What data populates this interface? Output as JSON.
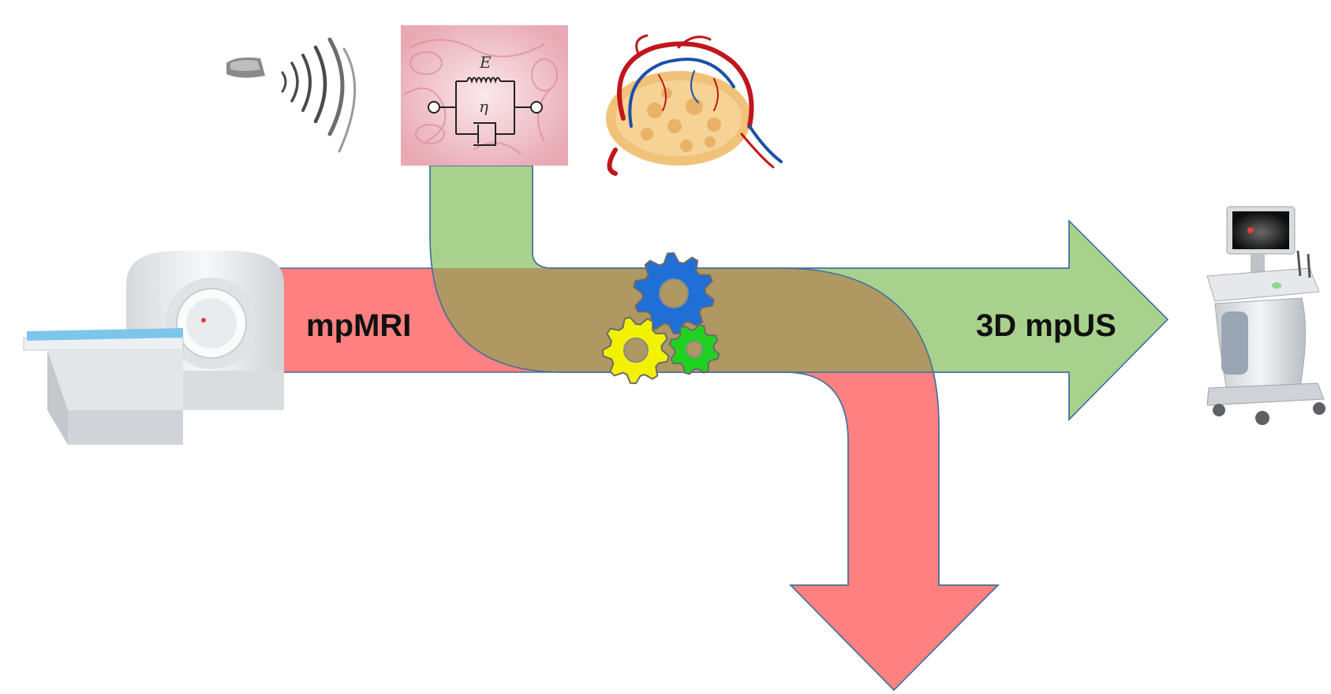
{
  "labels": {
    "mri_flow": "mpMRI",
    "us_flow": "3D mpUS"
  },
  "circuit": {
    "spring_symbol": "E",
    "dashpot_symbol": "η"
  },
  "icons": {
    "mri_scanner": "mri-scanner-icon",
    "ultrasound_machine": "ultrasound-machine-icon",
    "ultrasound_waves": "ultrasound-probe-waves-icon",
    "viscoelastic_model": "kelvin-voigt-model-icon",
    "tissue_vasculature": "prostate-vasculature-icon",
    "gears": "gears-icon"
  },
  "colors": {
    "mri_arrow": "#ff8080",
    "us_arrow": "#a9d18e",
    "overlap": "#b09862",
    "arrow_outline": "#41719c",
    "gear_blue": "#1f6fd6",
    "gear_yellow": "#f2f200",
    "gear_green": "#21d121"
  }
}
